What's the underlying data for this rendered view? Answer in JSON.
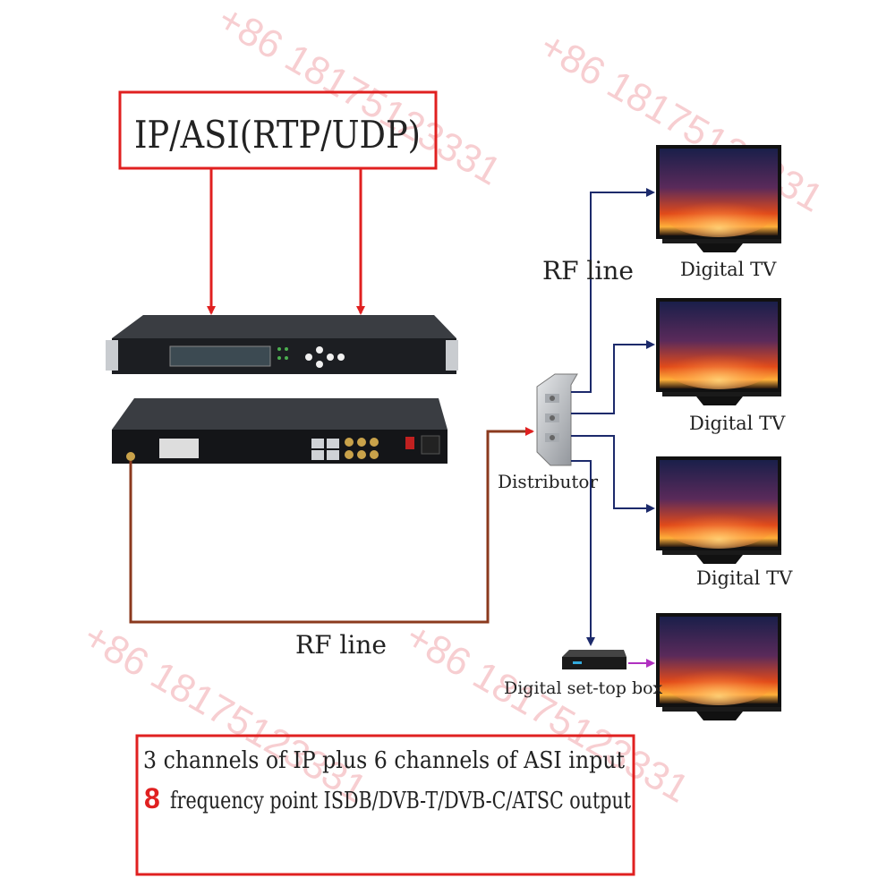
{
  "header": {
    "input_label": "IP/ASI(RTP/UDP)"
  },
  "labels": {
    "rf_line_top": "RF line",
    "rf_line_bottom": "RF line",
    "distributor": "Distributor",
    "tv_1": "Digital TV",
    "tv_2": "Digital TV",
    "tv_3": "Digital TV",
    "set_top_box": "Digital set-top box"
  },
  "footer": {
    "line1": "3 channels of IP plus 6 channels of ASI input",
    "line2_number": "8",
    "line2_text": "frequency point ISDB/DVB-T/DVB-C/ATSC output"
  },
  "watermark": {
    "text_1": "+86 18175123331",
    "text_2": "+86 18175123331",
    "text_3": "+86 18175123331",
    "text_4": "+86 18175123331"
  },
  "colors": {
    "accent_red": "#e02020",
    "rf_line_brown": "#8b3a1e",
    "distribution_navy": "#1c2a6b",
    "stb_arrow_purple": "#b030c0"
  }
}
